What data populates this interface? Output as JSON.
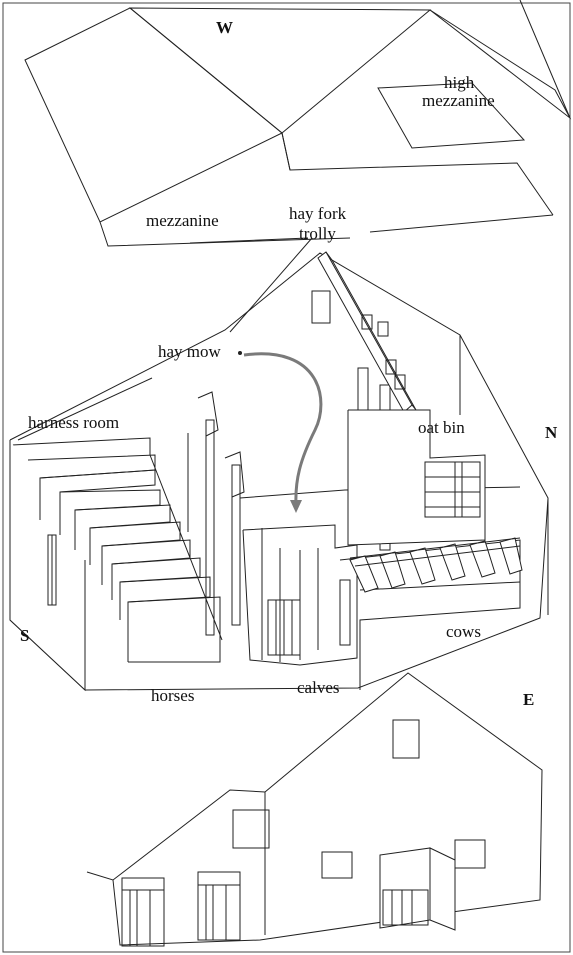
{
  "compass": {
    "west": "W",
    "north": "N",
    "south": "S",
    "east": "E"
  },
  "labels": {
    "high_mezzanine_line1": "high",
    "high_mezzanine_line2": "mezzanine",
    "mezzanine": "mezzanine",
    "hayfork_line1": "hay fork",
    "hayfork_line2": "trolly",
    "hay_mow": "hay mow",
    "harness_room": "harness room",
    "oat_bin": "oat bin",
    "cows": "cows",
    "horses": "horses",
    "calves": "calves"
  },
  "colors": {
    "line": "#222222",
    "arrow": "#7a7a7a",
    "background": "#ffffff"
  }
}
